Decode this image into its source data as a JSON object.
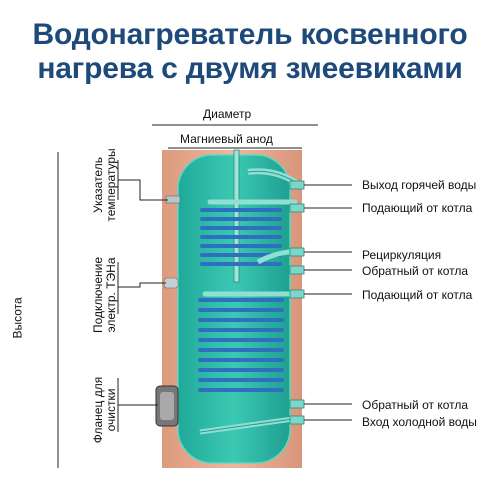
{
  "title": {
    "line1": "Водонагреватель косвенного",
    "line2": "нагрева с двумя змеевиками"
  },
  "top_labels": {
    "diameter": "Диаметр",
    "magnesium_anode": "Магниевый анод"
  },
  "left_labels": {
    "height": "Высота",
    "temperature_indicator_1": "Указатель",
    "temperature_indicator_2": "температуры",
    "heater_connection_1": "Подключение",
    "heater_connection_2": "электр. ТЭНа",
    "cleaning_flange_1": "Фланец для",
    "cleaning_flange_2": "очистки"
  },
  "right_labels": [
    "Выход горячей воды",
    "Подающий от котла",
    "Рециркуляция",
    "Обратный от котла",
    "Подающий от котла",
    "Обратный от котла",
    "Вход холодной воды"
  ],
  "colors": {
    "title": "#1d4a7a",
    "tank_body": "#e8a88a",
    "water": "#27b7a4",
    "coil": "#2f6fc0",
    "pipe": "#7dd4c6"
  }
}
